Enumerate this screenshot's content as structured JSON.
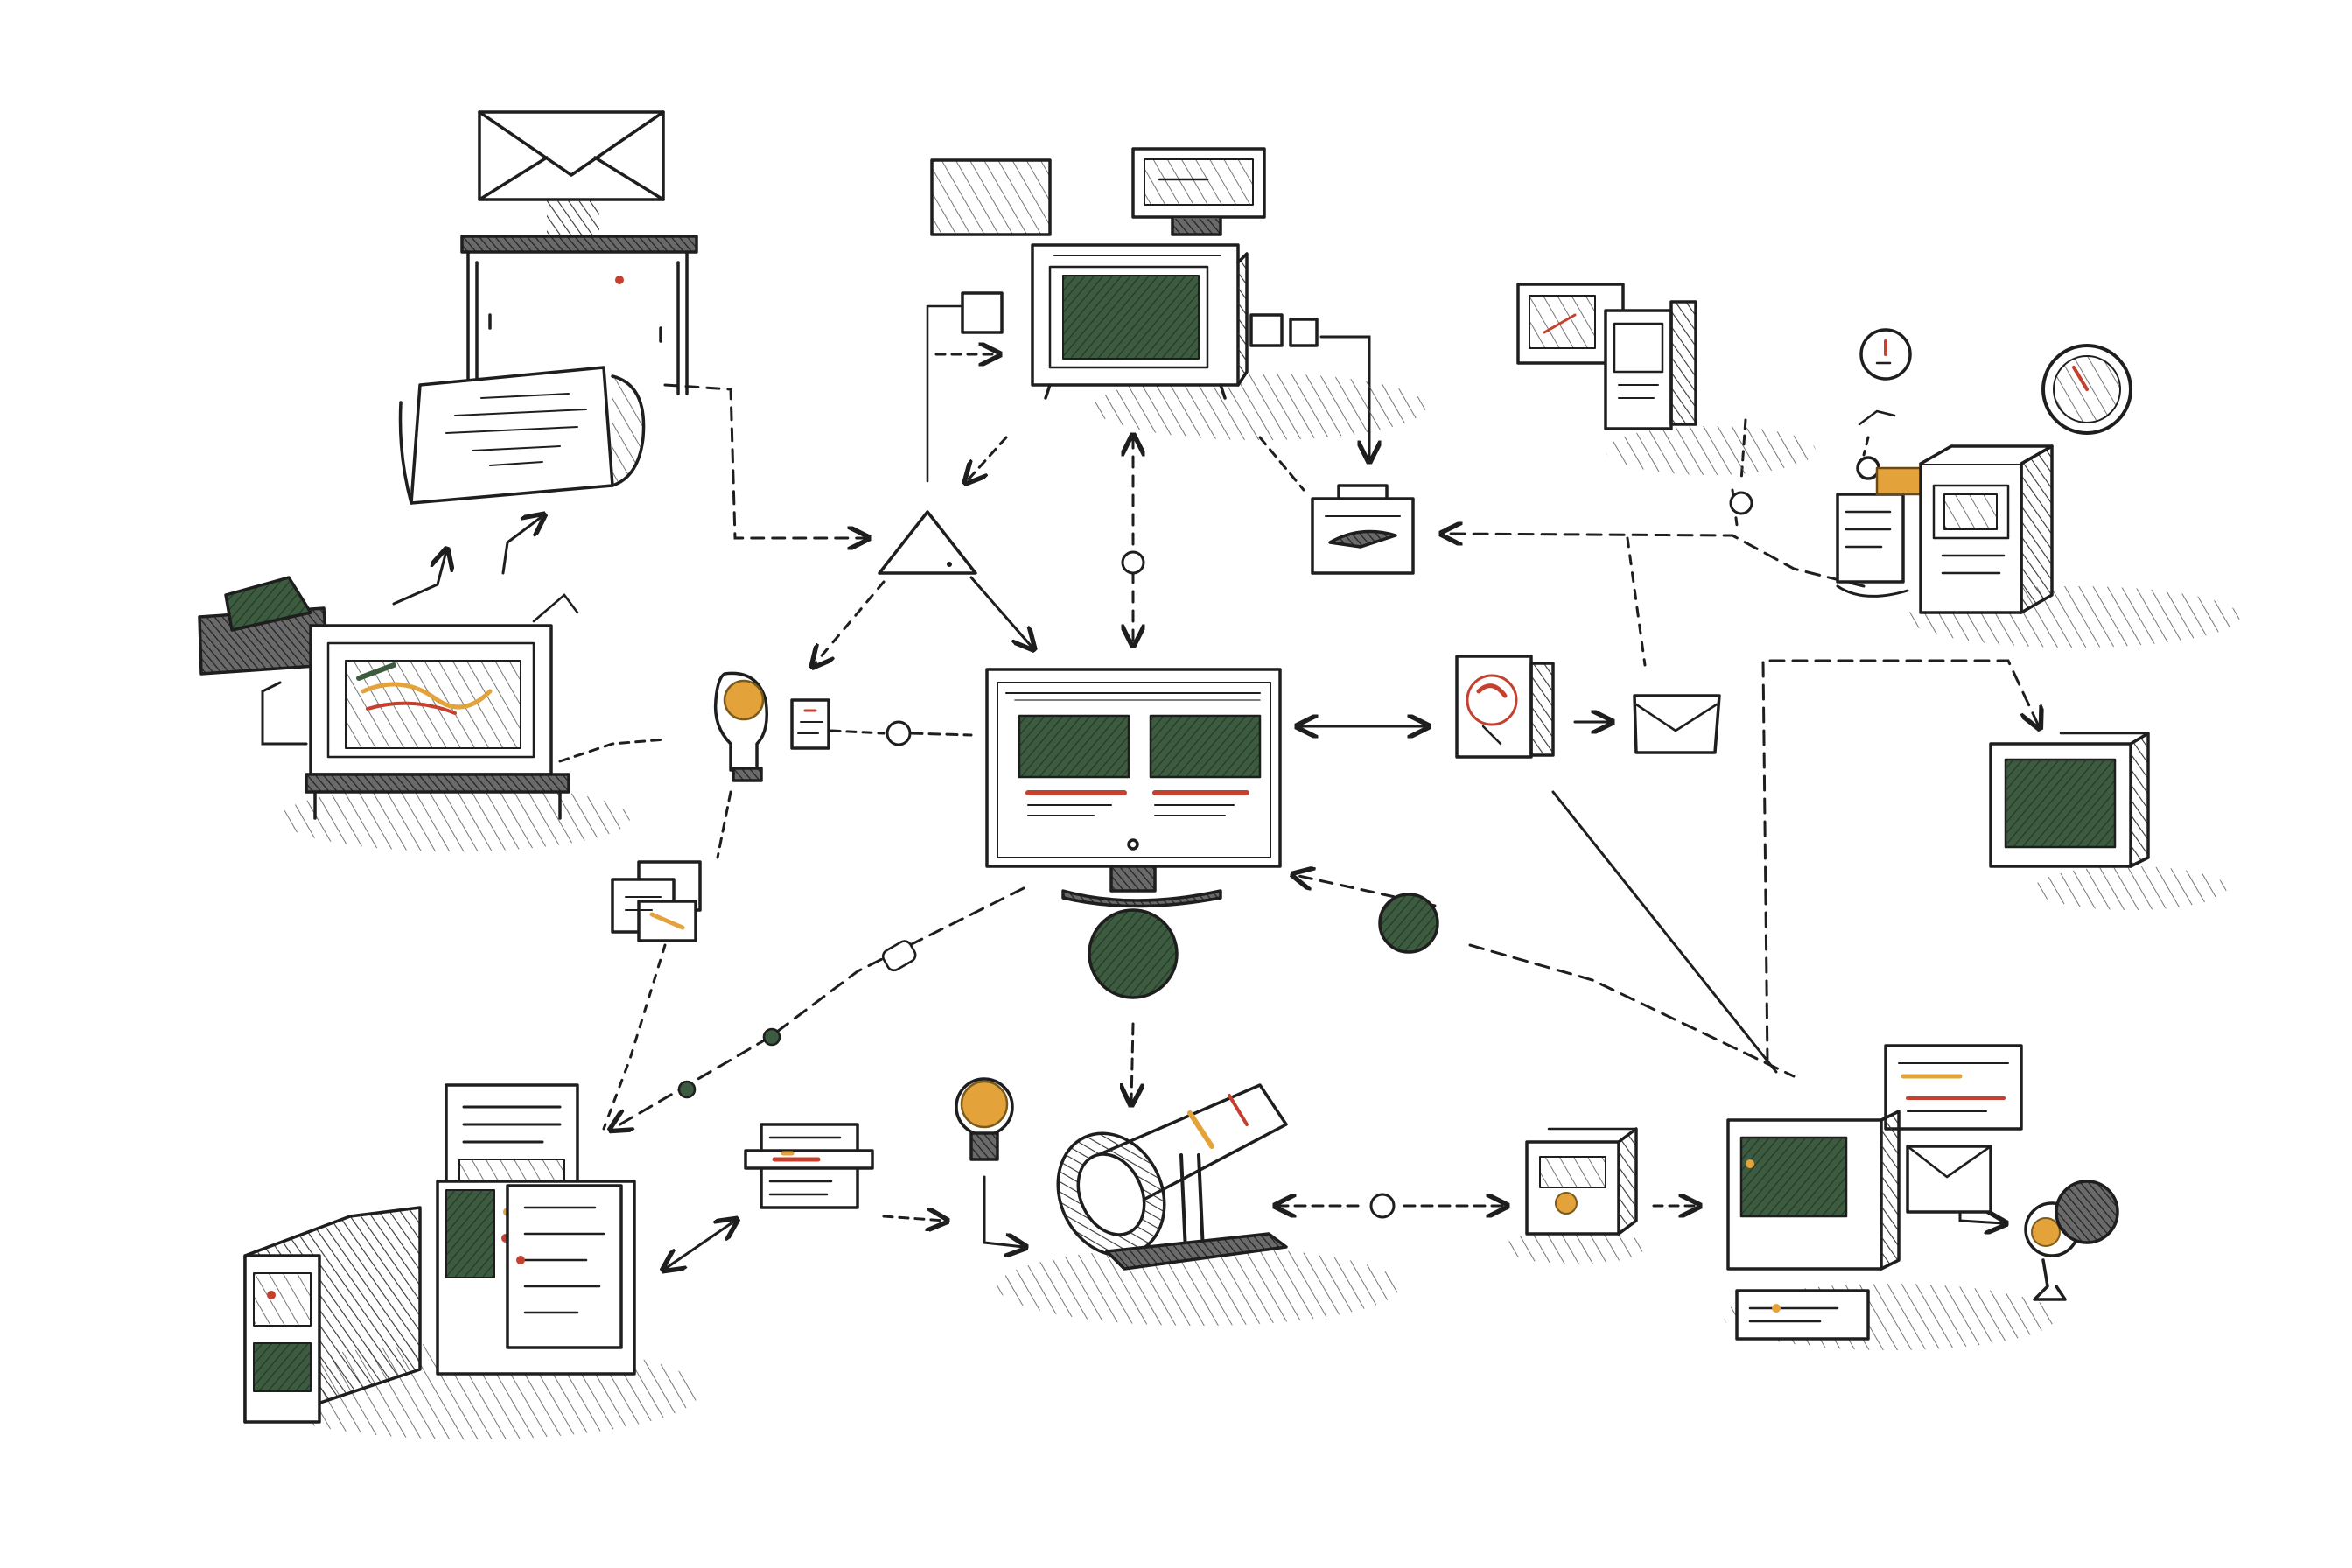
{
  "palette": {
    "ink": "#1e1e1e",
    "hatch": "#3a3a3a",
    "screen_green": "#3d5c3f",
    "accent_orange": "#e3a33a",
    "accent_red": "#c4402f",
    "paper": "#ffffff"
  },
  "nodes": [
    {
      "id": "mail-desk",
      "icon": "envelope-on-desk-icon"
    },
    {
      "id": "paper-note",
      "icon": "document-scroll-icon"
    },
    {
      "id": "left-monitor",
      "icon": "desktop-monitor-icon"
    },
    {
      "id": "green-folder",
      "icon": "folder-icon"
    },
    {
      "id": "left-bulb",
      "icon": "lightbulb-icon"
    },
    {
      "id": "small-cards",
      "icon": "cards-icon"
    },
    {
      "id": "triangle-hub",
      "icon": "triangle-icon"
    },
    {
      "id": "top-screen-a",
      "icon": "monitor-icon"
    },
    {
      "id": "top-screen-b",
      "icon": "monitor-icon"
    },
    {
      "id": "top-tv",
      "icon": "tv-icon"
    },
    {
      "id": "central-monitor",
      "icon": "desktop-monitor-icon"
    },
    {
      "id": "green-ball-center",
      "icon": "sphere-icon"
    },
    {
      "id": "green-ball-right",
      "icon": "sphere-icon"
    },
    {
      "id": "briefcase",
      "icon": "briefcase-icon"
    },
    {
      "id": "photo-card",
      "icon": "photo-card-icon"
    },
    {
      "id": "small-envelope",
      "icon": "envelope-icon"
    },
    {
      "id": "top-right-pc",
      "icon": "computer-tower-icon"
    },
    {
      "id": "right-tower-cluster",
      "icon": "server-tower-icon"
    },
    {
      "id": "right-frame",
      "icon": "picture-frame-icon"
    },
    {
      "id": "bottom-left-cluster",
      "icon": "server-documents-icon"
    },
    {
      "id": "bottom-card",
      "icon": "card-icon"
    },
    {
      "id": "bottom-bulb",
      "icon": "lightbulb-icon"
    },
    {
      "id": "telescope",
      "icon": "telescope-icon"
    },
    {
      "id": "bottom-box",
      "icon": "package-icon"
    },
    {
      "id": "bottom-right-cluster",
      "icon": "workstation-icon"
    },
    {
      "id": "bottom-right-knob",
      "icon": "speaker-icon"
    }
  ]
}
